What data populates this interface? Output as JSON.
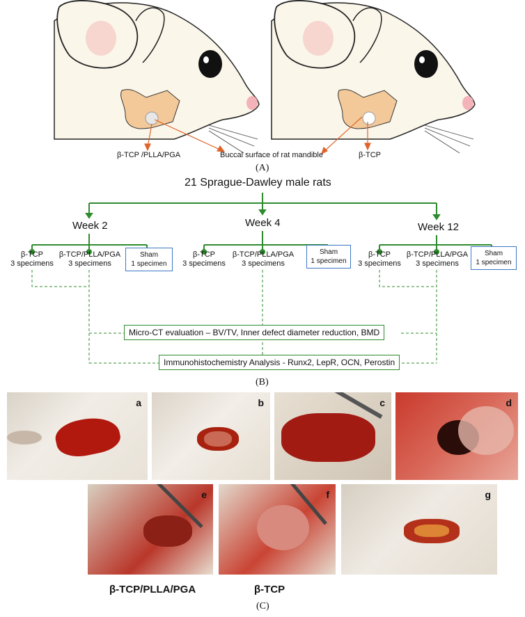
{
  "panel_a": {
    "label_left": "β-TCP /PLLA/PGA",
    "label_mid": "Buccal surface of rat mandible",
    "label_right": "β-TCP",
    "panel_label": "(A)"
  },
  "panel_b": {
    "title": "21 Sprague-Dawley male rats",
    "weeks": [
      {
        "label": "Week 2",
        "groups": [
          {
            "name": "β-TCP",
            "count": "3 specimens"
          },
          {
            "name": "β-TCP/PLLA/PGA",
            "count": "3 specimens"
          },
          {
            "name": "Sham",
            "count": "1 specimen"
          }
        ]
      },
      {
        "label": "Week 4",
        "groups": [
          {
            "name": "β-TCP",
            "count": "3 specimens"
          },
          {
            "name": "β-TCP/PLLA/PGA",
            "count": "3 specimens"
          },
          {
            "name": "Sham",
            "count": "1 specimen"
          }
        ]
      },
      {
        "label": "Week 12",
        "groups": [
          {
            "name": "β-TCP",
            "count": "3 specimens"
          },
          {
            "name": "β-TCP/PLLA/PGA",
            "count": "3 specimens"
          },
          {
            "name": "Sham",
            "count": "1 specimen"
          }
        ]
      }
    ],
    "analysis_1": "Micro-CT evaluation – BV/TV, Inner defect diameter reduction, BMD",
    "analysis_2": "Immunohistochemistry Analysis - Runx2, LepR, OCN, Perostin",
    "panel_label": "(B)",
    "line_color": "#2e8b2e"
  },
  "panel_c": {
    "photos": [
      "a",
      "b",
      "c",
      "d",
      "e",
      "f",
      "g"
    ],
    "bottom_left": "β-TCP/PLLA/PGA",
    "bottom_right": "β-TCP",
    "panel_label": "(C)"
  }
}
